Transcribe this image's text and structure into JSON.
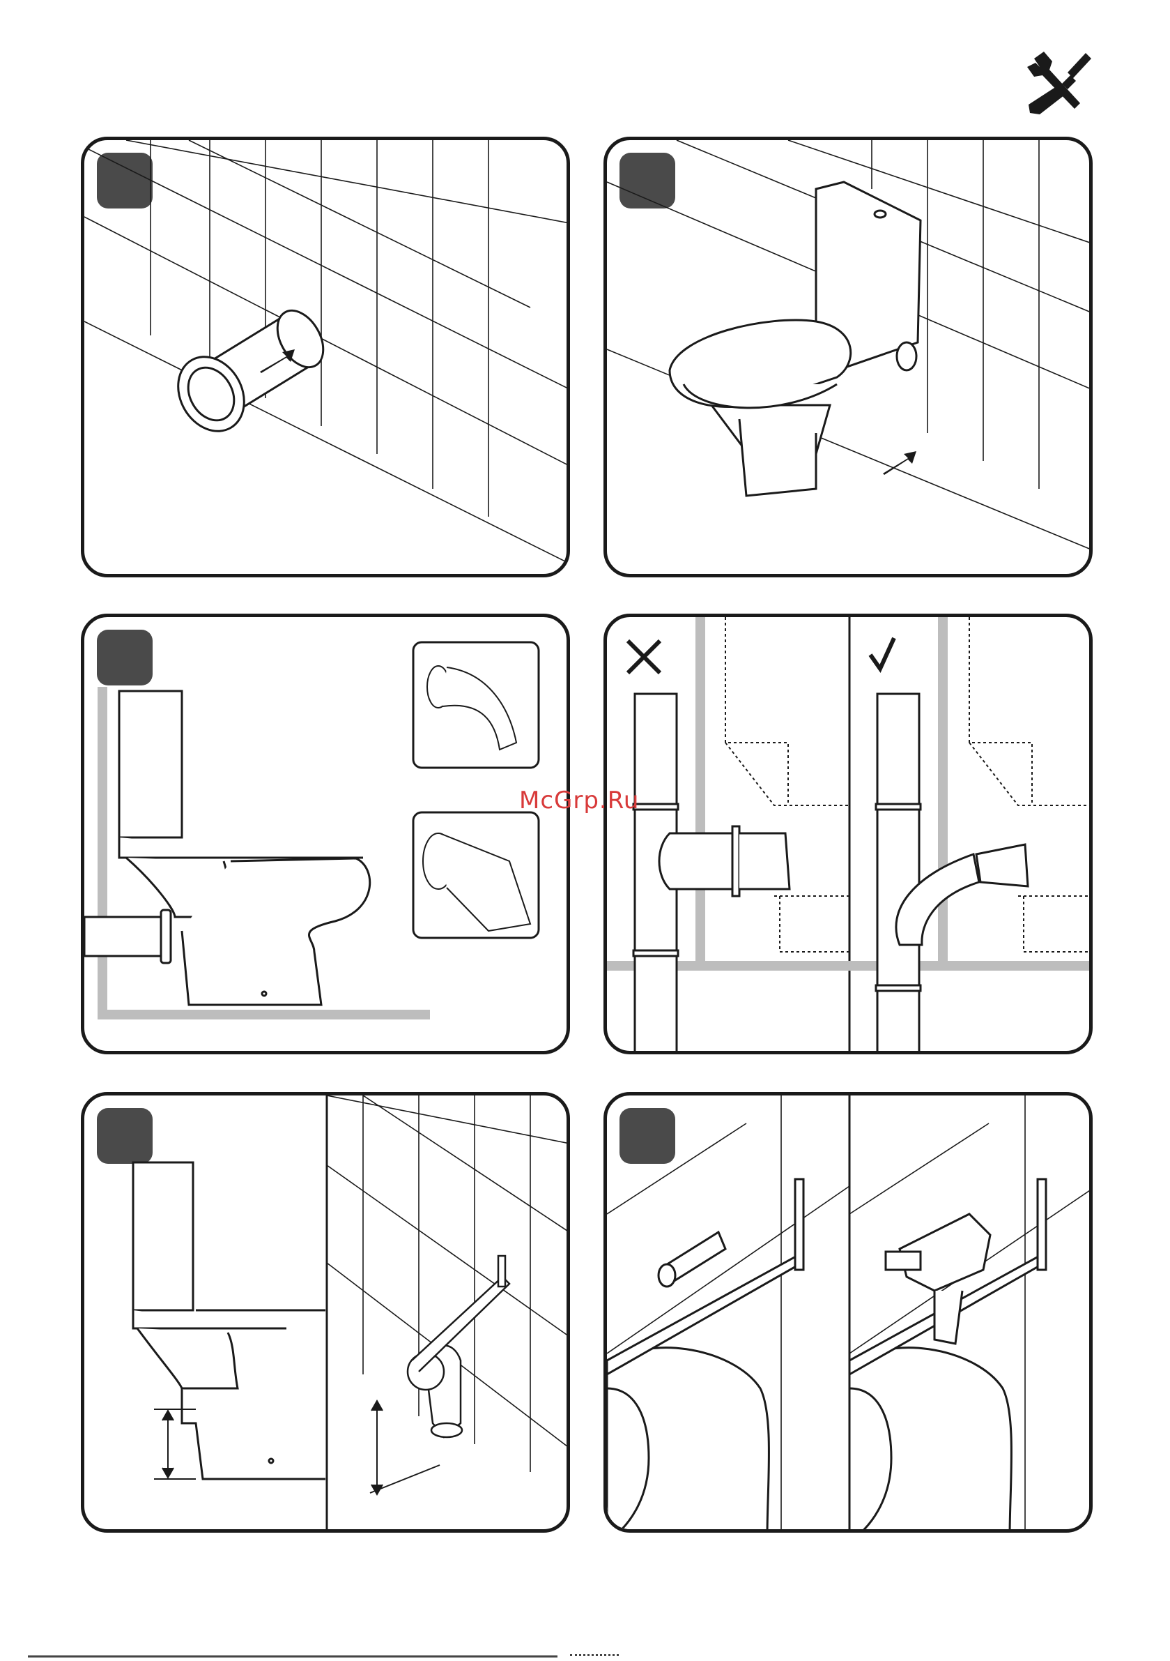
{
  "watermark": {
    "text": "McGrp.Ru",
    "color": "#d83a3a"
  },
  "header": {
    "icon": "wrench-screwdriver-icon"
  },
  "panels": [
    {
      "id": "step-1",
      "content": "drain-pipe-through-wall-icon"
    },
    {
      "id": "step-2",
      "content": "toilet-installed-icon"
    },
    {
      "id": "step-3",
      "content": "toilet-side-view-with-connector-options-icon"
    },
    {
      "id": "step-4",
      "content": "wrong-vs-correct-connection-icon"
    },
    {
      "id": "step-5",
      "content": "pipe-height-measurement-icon"
    },
    {
      "id": "step-6",
      "content": "bracket-wall-anchor-drill-icon"
    }
  ],
  "colors": {
    "badge": "#4a4a4a",
    "border": "#1a1a1a",
    "wall": "#bdbdbd"
  }
}
